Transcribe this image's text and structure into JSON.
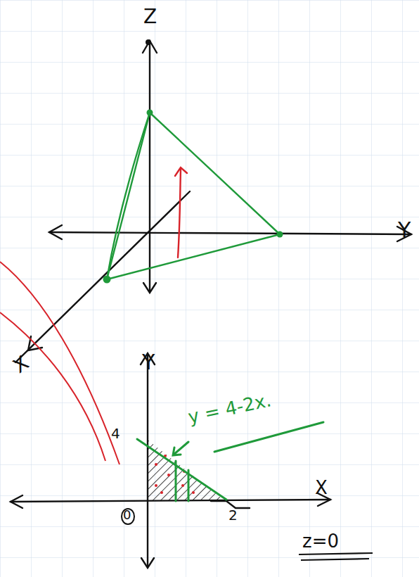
{
  "diagram": {
    "labels": [
      "Z",
      "X",
      "Y",
      "Y",
      "X",
      "4",
      "0",
      "2",
      "y = 4-2x.",
      "z=0"
    ]
  }
}
